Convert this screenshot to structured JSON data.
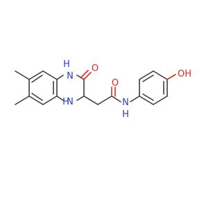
{
  "molecule": {
    "atom_labels": {
      "nh_top": "H",
      "n_top": "N",
      "o_ketone": "O",
      "o_amide": "O",
      "nh_bottom": "H",
      "n_bottom": "N",
      "n_amide": "N",
      "h_amide": "H",
      "oh": "OH"
    },
    "colors": {
      "bond": "#3a3a3a",
      "nitrogen": "#2a3cc8",
      "oxygen": "#e8261c"
    }
  }
}
